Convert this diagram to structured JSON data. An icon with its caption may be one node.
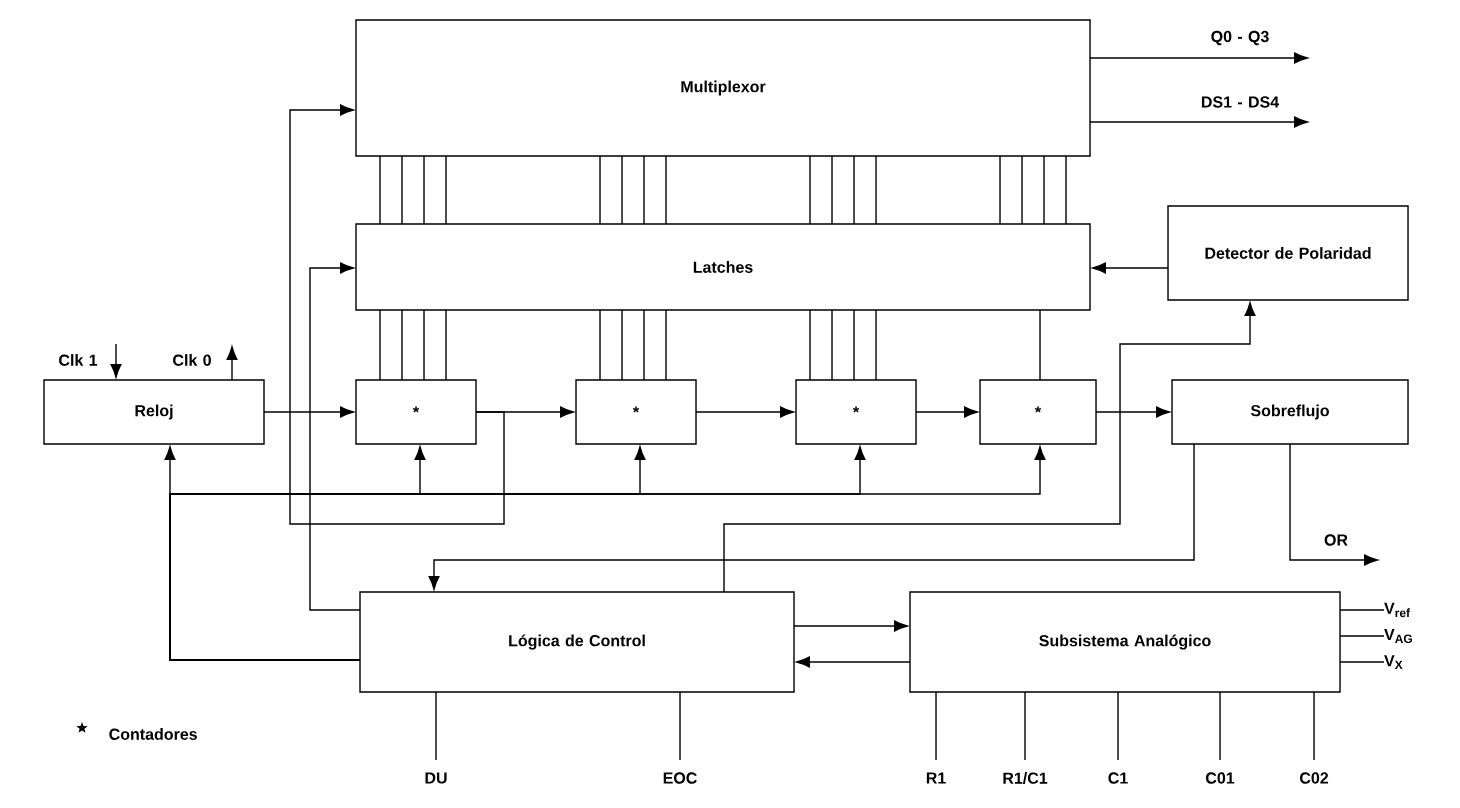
{
  "diagram": {
    "nodes": [
      {
        "text": [
          "Multiplexor"
        ]
      },
      {
        "text": [
          "Latches"
        ]
      },
      {
        "text": [
          "Detector de Polaridad"
        ]
      },
      {
        "text": [
          "Reloj"
        ]
      },
      {
        "text": [
          "*"
        ]
      },
      {
        "text": [
          "*"
        ]
      },
      {
        "text": [
          "*"
        ]
      },
      {
        "text": [
          "*"
        ]
      },
      {
        "text": [
          "Sobreflujo"
        ]
      },
      {
        "text": [
          "Lógica de Control"
        ]
      },
      {
        "text": [
          "Subsistema Analógico"
        ]
      },
      {
        "text": [
          "Clk 1"
        ]
      },
      {
        "text": [
          "Clk 0"
        ]
      },
      {
        "text": [
          "Q0 - Q3"
        ]
      },
      {
        "text": [
          "DS1 - DS4"
        ]
      },
      {
        "text": [
          "OR"
        ]
      },
      {
        "text": [
          "DU"
        ]
      },
      {
        "text": [
          "EOC"
        ]
      },
      {
        "text": [
          "R1"
        ]
      },
      {
        "text": [
          "R1/C1"
        ]
      },
      {
        "text": [
          "C1"
        ]
      },
      {
        "text": [
          "C01"
        ]
      },
      {
        "text": [
          "C02"
        ]
      },
      {
        "text": [
          "V$_{ref}$"
        ]
      },
      {
        "text": [
          "V$_{AG}$"
        ]
      },
      {
        "text": [
          "V$_{X}$"
        ]
      }
    ],
    "edges": [
      {
        "from": 11,
        "to": 3,
        "arrow": "to"
      },
      {
        "from": 3,
        "to": 12,
        "arrow": "to"
      },
      {
        "from": 0,
        "to": 13,
        "arrow": "to"
      },
      {
        "from": 0,
        "to": 14,
        "arrow": "to"
      },
      {
        "from": 2,
        "to": 1,
        "arrow": "to"
      },
      {
        "from": 3,
        "to": 4,
        "arrow": "to"
      },
      {
        "from": 4,
        "to": 5,
        "arrow": "to"
      },
      {
        "from": 5,
        "to": 6,
        "arrow": "to"
      },
      {
        "from": 6,
        "to": 7,
        "arrow": "to"
      },
      {
        "from": 7,
        "to": 8,
        "arrow": "to"
      },
      {
        "from": 4,
        "to": 0,
        "arrow": "to"
      },
      {
        "from": 9,
        "to": 1,
        "arrow": "to"
      },
      {
        "from": 9,
        "to": 3,
        "arrow": "to"
      },
      {
        "from": 9,
        "to": 4,
        "arrow": "to"
      },
      {
        "from": 9,
        "to": 5,
        "arrow": "to"
      },
      {
        "from": 9,
        "to": 6,
        "arrow": "to"
      },
      {
        "from": 9,
        "to": 7,
        "arrow": "to"
      },
      {
        "from": 9,
        "to": 2,
        "arrow": "to"
      },
      {
        "from": 8,
        "to": 9,
        "arrow": "to"
      },
      {
        "from": 8,
        "to": 15,
        "arrow": "to"
      },
      {
        "from": 9,
        "to": 10,
        "arrow": "to"
      },
      {
        "from": 10,
        "to": 9,
        "arrow": "to"
      },
      {
        "from": 9,
        "to": 16,
        "arrow": "none"
      },
      {
        "from": 9,
        "to": 17,
        "arrow": "none"
      },
      {
        "from": 10,
        "to": 18,
        "arrow": "none"
      },
      {
        "from": 10,
        "to": 19,
        "arrow": "none"
      },
      {
        "from": 10,
        "to": 20,
        "arrow": "none"
      },
      {
        "from": 10,
        "to": 21,
        "arrow": "none"
      },
      {
        "from": 10,
        "to": 22,
        "arrow": "none"
      },
      {
        "from": 10,
        "to": 23,
        "arrow": "none"
      },
      {
        "from": 10,
        "to": 24,
        "arrow": "none"
      },
      {
        "from": 10,
        "to": 25,
        "arrow": "none"
      },
      {
        "from": 0,
        "to": 1,
        "arrow": "none"
      },
      {
        "from": 0,
        "to": 1,
        "arrow": "none"
      },
      {
        "from": 0,
        "to": 1,
        "arrow": "none"
      },
      {
        "from": 0,
        "to": 1,
        "arrow": "none"
      },
      {
        "from": 0,
        "to": 1,
        "arrow": "none"
      },
      {
        "from": 0,
        "to": 1,
        "arrow": "none"
      },
      {
        "from": 0,
        "to": 1,
        "arrow": "none"
      },
      {
        "from": 0,
        "to": 1,
        "arrow": "none"
      },
      {
        "from": 0,
        "to": 1,
        "arrow": "none"
      },
      {
        "from": 0,
        "to": 1,
        "arrow": "none"
      },
      {
        "from": 0,
        "to": 1,
        "arrow": "none"
      },
      {
        "from": 0,
        "to": 1,
        "arrow": "none"
      },
      {
        "from": 0,
        "to": 1,
        "arrow": "none"
      },
      {
        "from": 0,
        "to": 1,
        "arrow": "none"
      },
      {
        "from": 0,
        "to": 1,
        "arrow": "none"
      },
      {
        "from": 0,
        "to": 1,
        "arrow": "none"
      },
      {
        "from": 1,
        "to": 4,
        "arrow": "none"
      },
      {
        "from": 1,
        "to": 4,
        "arrow": "none"
      },
      {
        "from": 1,
        "to": 4,
        "arrow": "none"
      },
      {
        "from": 1,
        "to": 4,
        "arrow": "none"
      },
      {
        "from": 1,
        "to": 5,
        "arrow": "none"
      },
      {
        "from": 1,
        "to": 5,
        "arrow": "none"
      },
      {
        "from": 1,
        "to": 5,
        "arrow": "none"
      },
      {
        "from": 1,
        "to": 5,
        "arrow": "none"
      },
      {
        "from": 1,
        "to": 6,
        "arrow": "none"
      },
      {
        "from": 1,
        "to": 6,
        "arrow": "none"
      },
      {
        "from": 1,
        "to": 6,
        "arrow": "none"
      },
      {
        "from": 1,
        "to": 6,
        "arrow": "none"
      },
      {
        "from": 1,
        "to": 7,
        "arrow": "none"
      }
    ],
    "legend": [
      {
        "text": "Contadores"
      }
    ]
  }
}
